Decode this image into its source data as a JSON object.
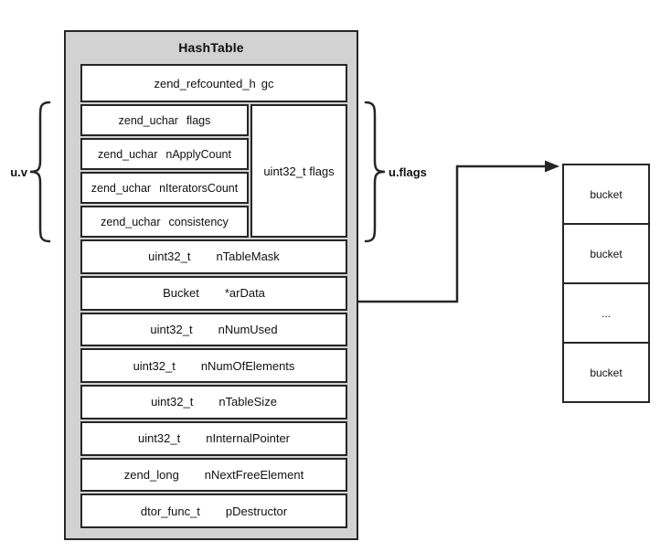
{
  "diagram": {
    "title": "HashTable",
    "gc_row": {
      "type": "zend_refcounted_h",
      "name": "gc"
    },
    "union": {
      "left_brace_label": "u.v",
      "right_brace_label": "u.flags",
      "rows": [
        {
          "type": "zend_uchar",
          "name": "flags"
        },
        {
          "type": "zend_uchar",
          "name": "nApplyCount"
        },
        {
          "type": "zend_uchar",
          "name": "nIteratorsCount"
        },
        {
          "type": "zend_uchar",
          "name": "consistency"
        }
      ],
      "overlay_cell": "uint32_t flags"
    },
    "rows": [
      {
        "type": "uint32_t",
        "name": "nTableMask"
      },
      {
        "type": "Bucket",
        "name": "*arData"
      },
      {
        "type": "uint32_t",
        "name": "nNumUsed"
      },
      {
        "type": "uint32_t",
        "name": "nNumOfElements"
      },
      {
        "type": "uint32_t",
        "name": "nTableSize"
      },
      {
        "type": "uint32_t",
        "name": "nInternalPointer"
      },
      {
        "type": "zend_long",
        "name": "nNextFreeElement"
      },
      {
        "type": "dtor_func_t",
        "name": "pDestructor"
      }
    ],
    "bucket_array": {
      "cells": [
        "bucket",
        "bucket",
        "...",
        "bucket"
      ]
    },
    "colors": {
      "box_fill": "#d2d2d2",
      "row_fill": "#ffffff",
      "line": "#262626"
    }
  }
}
